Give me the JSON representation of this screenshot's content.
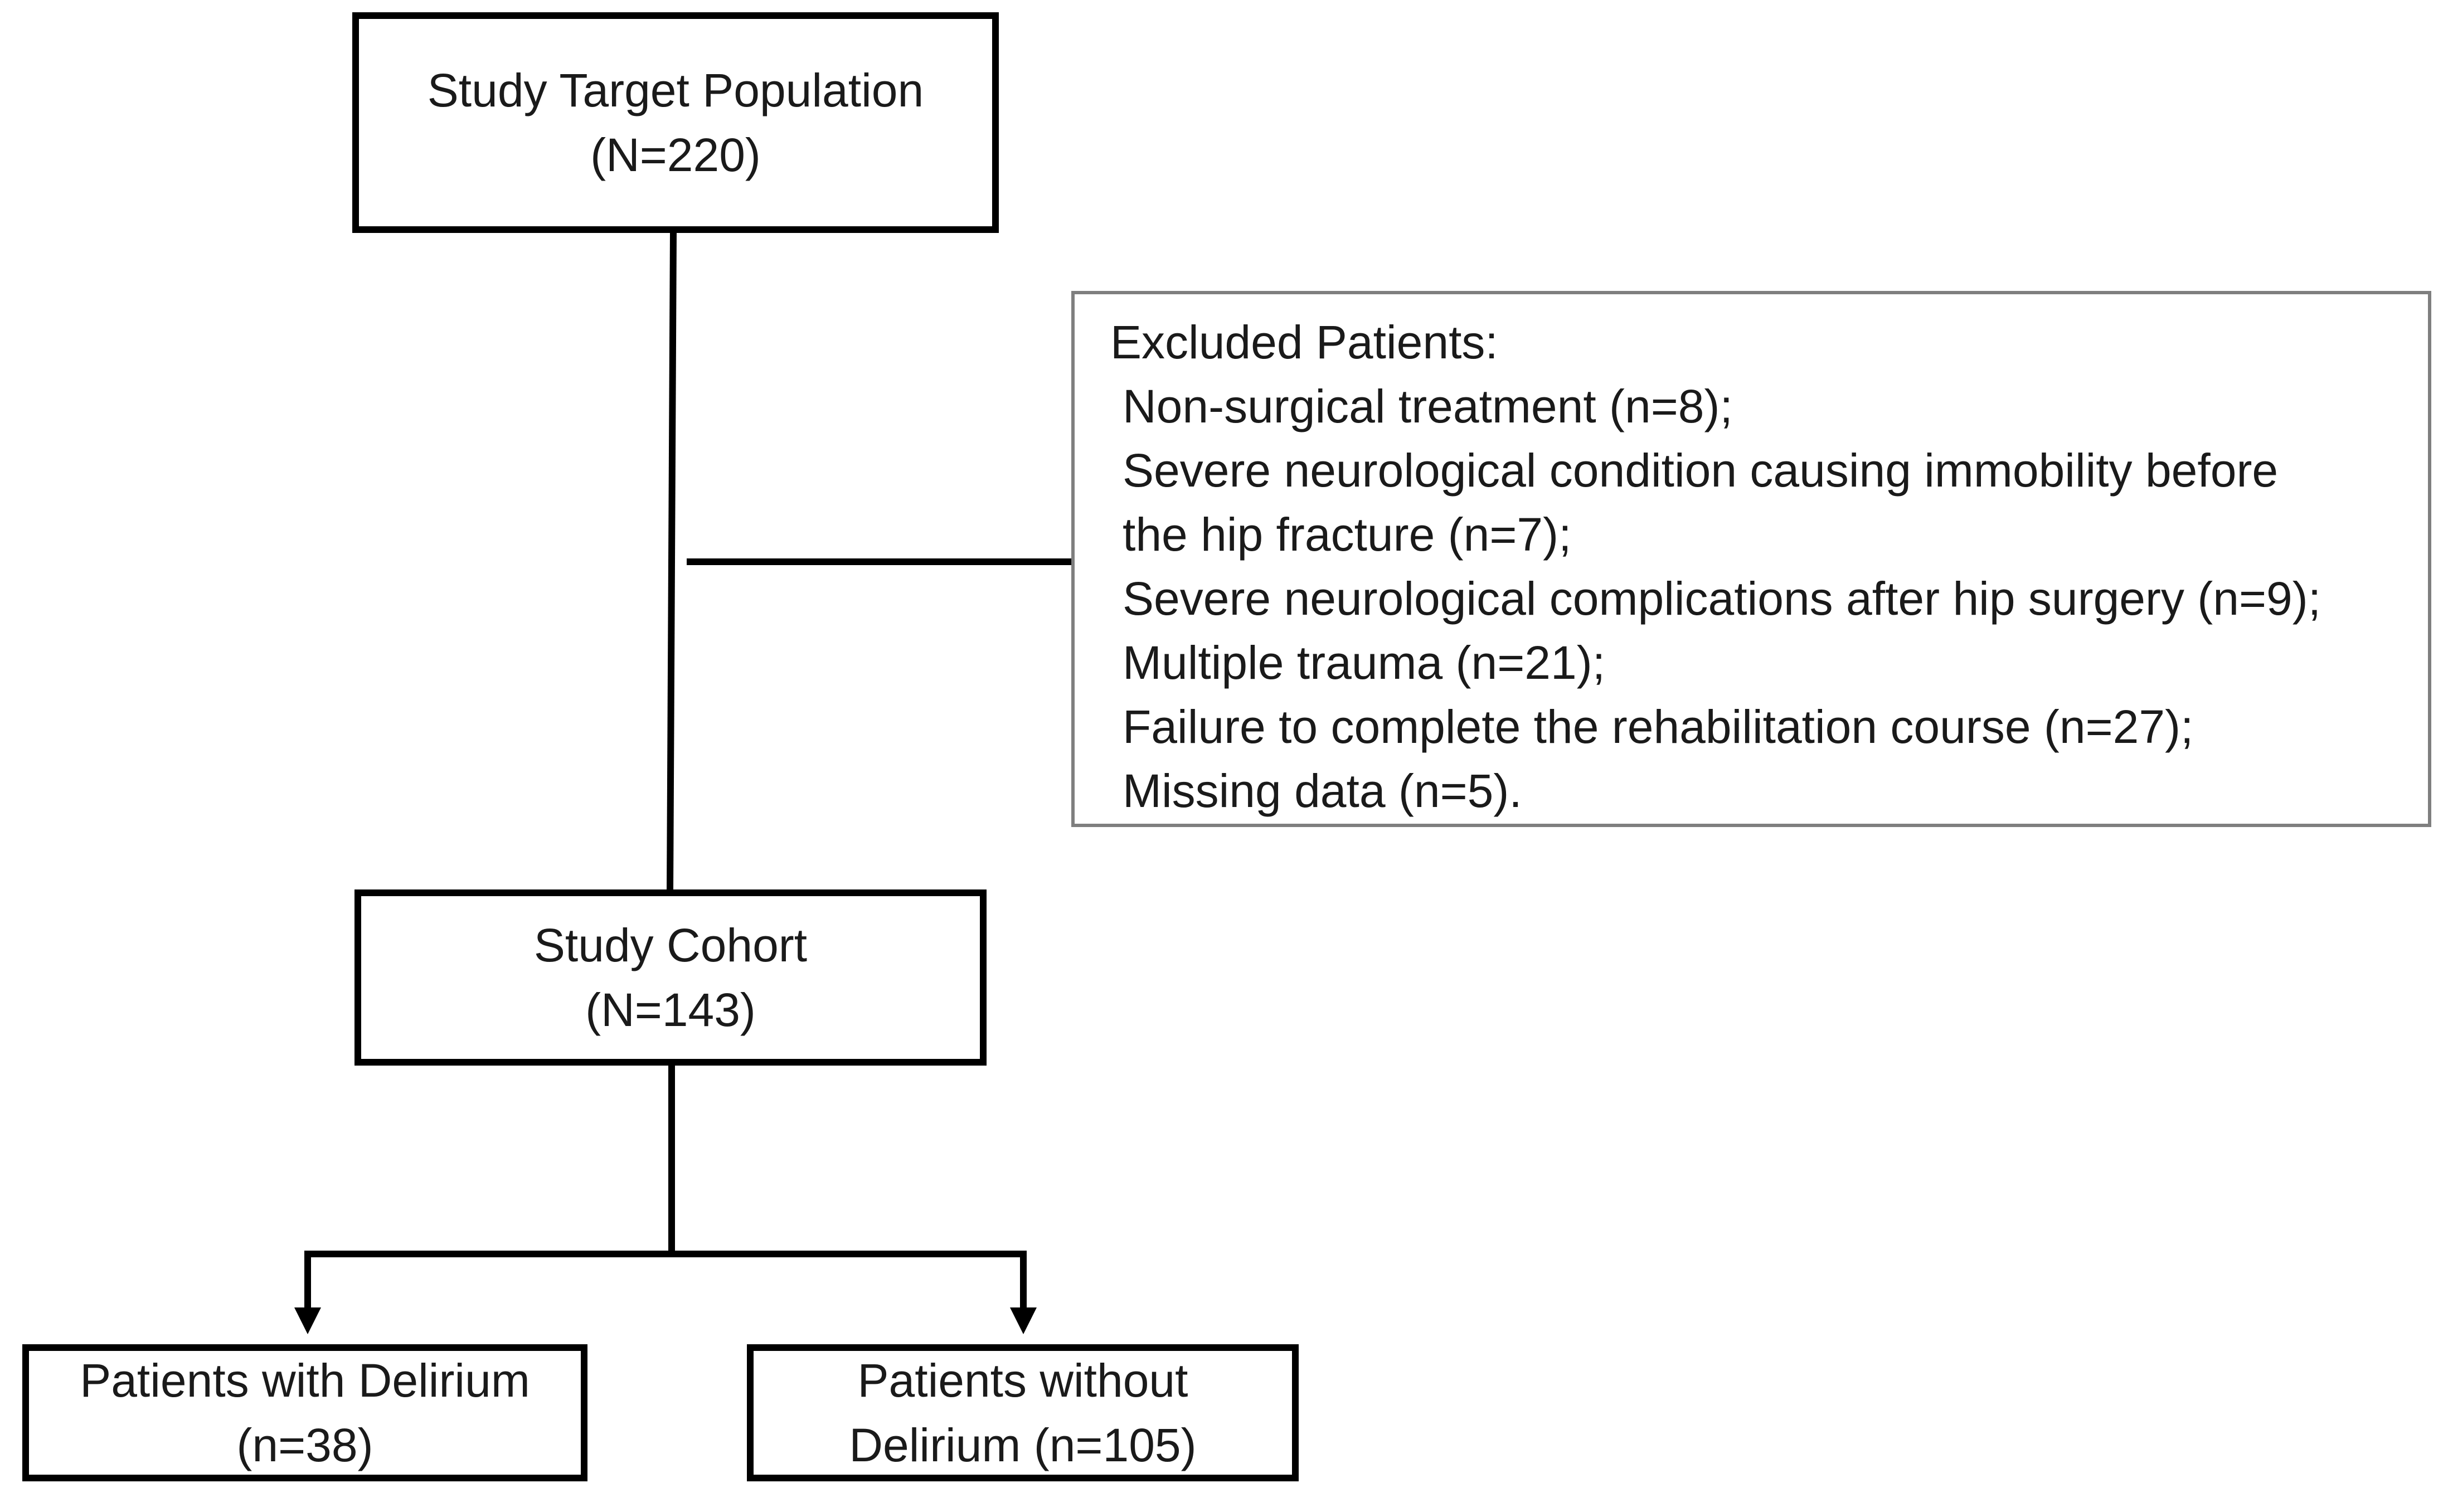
{
  "flowchart": {
    "target_population": {
      "line1": "Study Target Population",
      "line2": "(N=220)"
    },
    "excluded": {
      "title": "Excluded Patients:",
      "items": [
        "Non-surgical treatment (n=8);",
        "Severe neurological condition causing immobility before",
        "the hip fracture (n=7);",
        "Severe neurological complications after hip surgery (n=9);",
        "Multiple trauma (n=21);",
        "Failure to complete the rehabilitation course (n=27);",
        "Missing data (n=5)."
      ]
    },
    "cohort": {
      "line1": "Study Cohort",
      "line2": "(N=143)"
    },
    "delirium": {
      "line1": "Patients with Delirium",
      "line2": "(n=38)"
    },
    "no_delirium": {
      "line1": "Patients without",
      "line2": "Delirium (n=105)"
    }
  },
  "colors": {
    "box_border": "#000000",
    "exclusion_border": "#7f7f7f",
    "text": "#1a1a1a"
  }
}
